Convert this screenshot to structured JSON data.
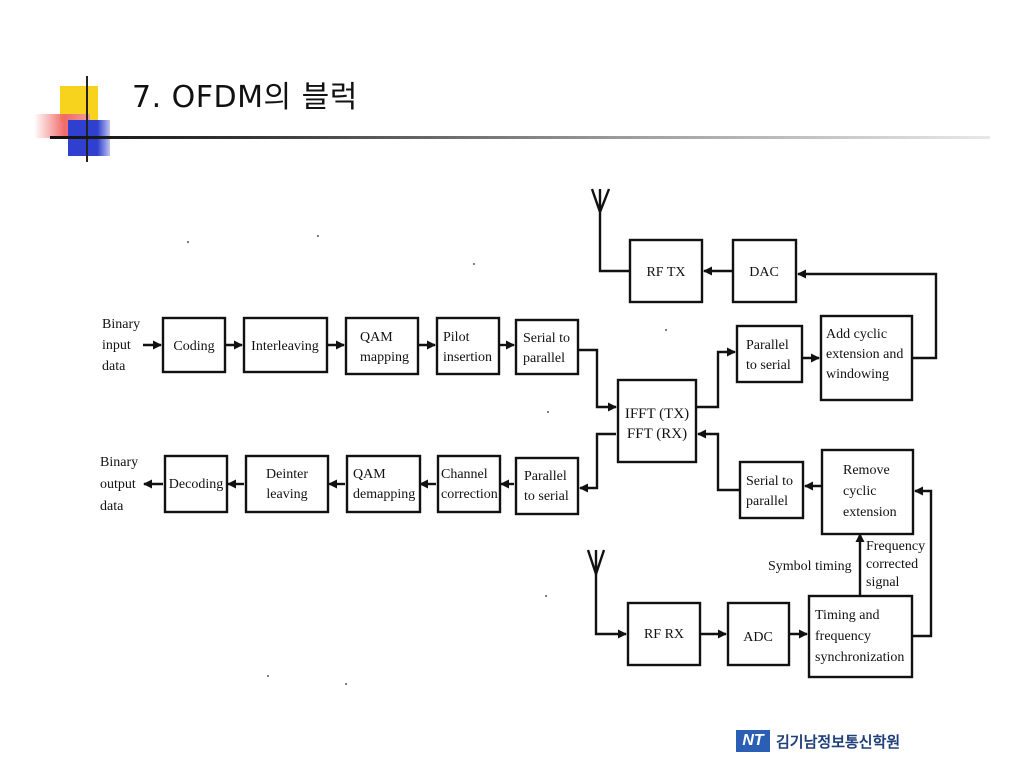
{
  "slide": {
    "title": "7. OFDM의 블럭",
    "footer_logo": "NT",
    "footer_text": "김기남정보통신학원"
  },
  "colors": {
    "deco_yellow": "#f7d31e",
    "deco_blue": "#2f3fd0",
    "deco_red": "#f06a6a",
    "rule": "#9a9a9a"
  },
  "diagram": {
    "input_label": [
      "Binary",
      "input",
      "data"
    ],
    "output_label": [
      "Binary",
      "output",
      "data"
    ],
    "tx_chain": {
      "coding": "Coding",
      "interleaving": "Interleaving",
      "qam_mapping": [
        "QAM",
        "mapping"
      ],
      "pilot_insertion": [
        "Pilot",
        "insertion"
      ],
      "serial_to_parallel": [
        "Serial to",
        "parallel"
      ]
    },
    "rx_chain": {
      "decoding": "Decoding",
      "deinterleaving": [
        "Deinter",
        "leaving"
      ],
      "qam_demapping": [
        "QAM",
        "demapping"
      ],
      "channel_correction": [
        "Channel",
        "correction"
      ],
      "parallel_to_serial": [
        "Parallel",
        "to serial"
      ]
    },
    "fft": [
      "IFFT (TX)",
      "FFT (RX)"
    ],
    "tx_right": {
      "parallel_to_serial": [
        "Parallel",
        "to serial"
      ],
      "add_cyclic": [
        "Add cyclic",
        "extension and",
        "windowing"
      ],
      "dac": "DAC",
      "rf_tx": "RF TX"
    },
    "rx_right": {
      "serial_to_parallel": [
        "Serial to",
        "parallel"
      ],
      "remove_cyclic": [
        "Remove",
        "cyclic",
        "extension"
      ],
      "symbol_timing": "Symbol timing",
      "freq_corrected": [
        "Frequency",
        "corrected",
        "signal"
      ],
      "timing_sync": [
        "Timing and",
        "frequency",
        "synchronization"
      ],
      "adc": "ADC",
      "rf_rx": "RF RX"
    }
  }
}
